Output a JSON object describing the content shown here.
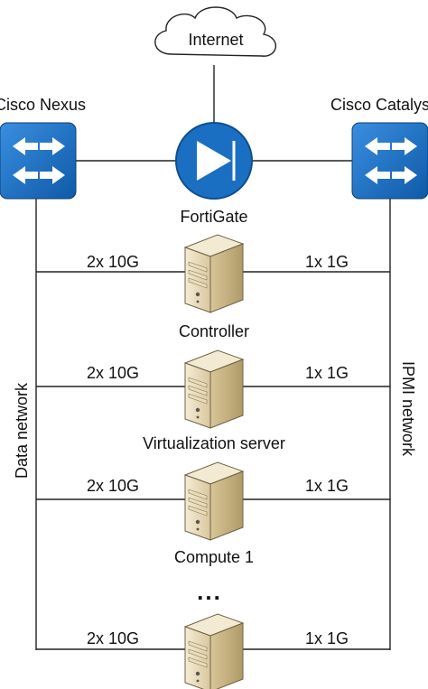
{
  "nodes": {
    "internet": "Internet",
    "left_switch": "Cisco Nexus",
    "right_switch": "Cisco Catalyst",
    "firewall": "FortiGate",
    "server1": "Controller",
    "server2": "Virtualization server",
    "server3": "Compute 1",
    "ellipsis": "..."
  },
  "networks": {
    "left": "Data network",
    "right": "IPMI network"
  },
  "links": {
    "row1_left": "2x 10G",
    "row1_right": "1x 1G",
    "row2_left": "2x 10G",
    "row2_right": "1x 1G",
    "row3_left": "2x 10G",
    "row3_right": "1x 1G",
    "row4_left": "2x 10G",
    "row4_right": "1x 1G"
  },
  "colors": {
    "device_blue": "#1a6fc2",
    "device_blue_dark": "#0e4f91",
    "server_beige": "#efe4c8",
    "server_shade": "#c9b58a",
    "line": "#222222"
  }
}
